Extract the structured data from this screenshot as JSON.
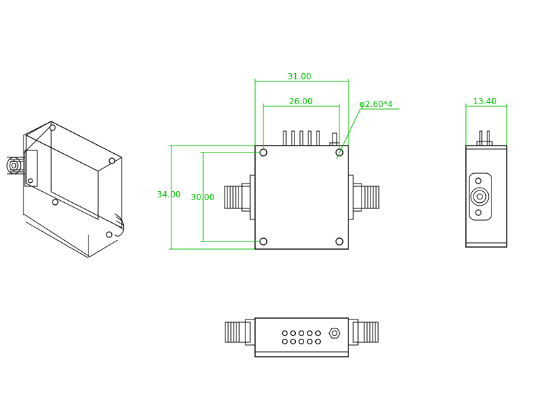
{
  "drawing": {
    "dimensions": {
      "overall_width": "31.00",
      "hole_spacing_width": "26.00",
      "hole_callout": "φ2.60*4",
      "overall_height": "34.00",
      "hole_spacing_height": "30.00",
      "depth": "13.40"
    },
    "colors": {
      "outline": "#000000",
      "dimension": "#00c000",
      "background": "#ffffff"
    }
  }
}
